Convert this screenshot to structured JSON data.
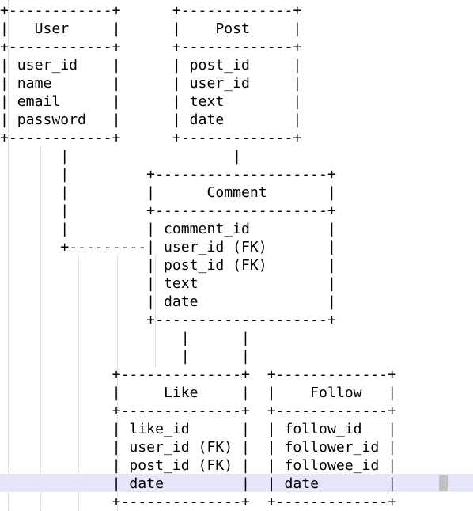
{
  "document": {
    "lines": [
      "+------------+      +-------------+",
      "|   User     |      |    Post     |",
      "+------------+      +-------------+",
      "| user_id    |      | post_id     |",
      "| name       |      | user_id     |",
      "| email      |      | text        |",
      "| password   |      | date        |",
      "+------------+      +-------------+",
      "       |                   |",
      "       |         +--------------------+",
      "       |         |      Comment       |",
      "       |         +--------------------+",
      "       |         | comment_id         |",
      "       +---------| user_id (FK)       |",
      "                 | post_id (FK)       |",
      "                 | text               |",
      "                 | date               |",
      "                 +--------------------+",
      "                     |      |",
      "                     |      |",
      "             +--------------+  +-------------+",
      "             |     Like     |  |    Follow   |",
      "             +--------------+  +-------------+",
      "             | like_id      |  | follow_id   |",
      "             | user_id (FK) |  | follower_id |",
      "             | post_id (FK) |  | followee_id |",
      "             | date         |  | date        |",
      "             +--------------+  +-------------+"
    ]
  }
}
